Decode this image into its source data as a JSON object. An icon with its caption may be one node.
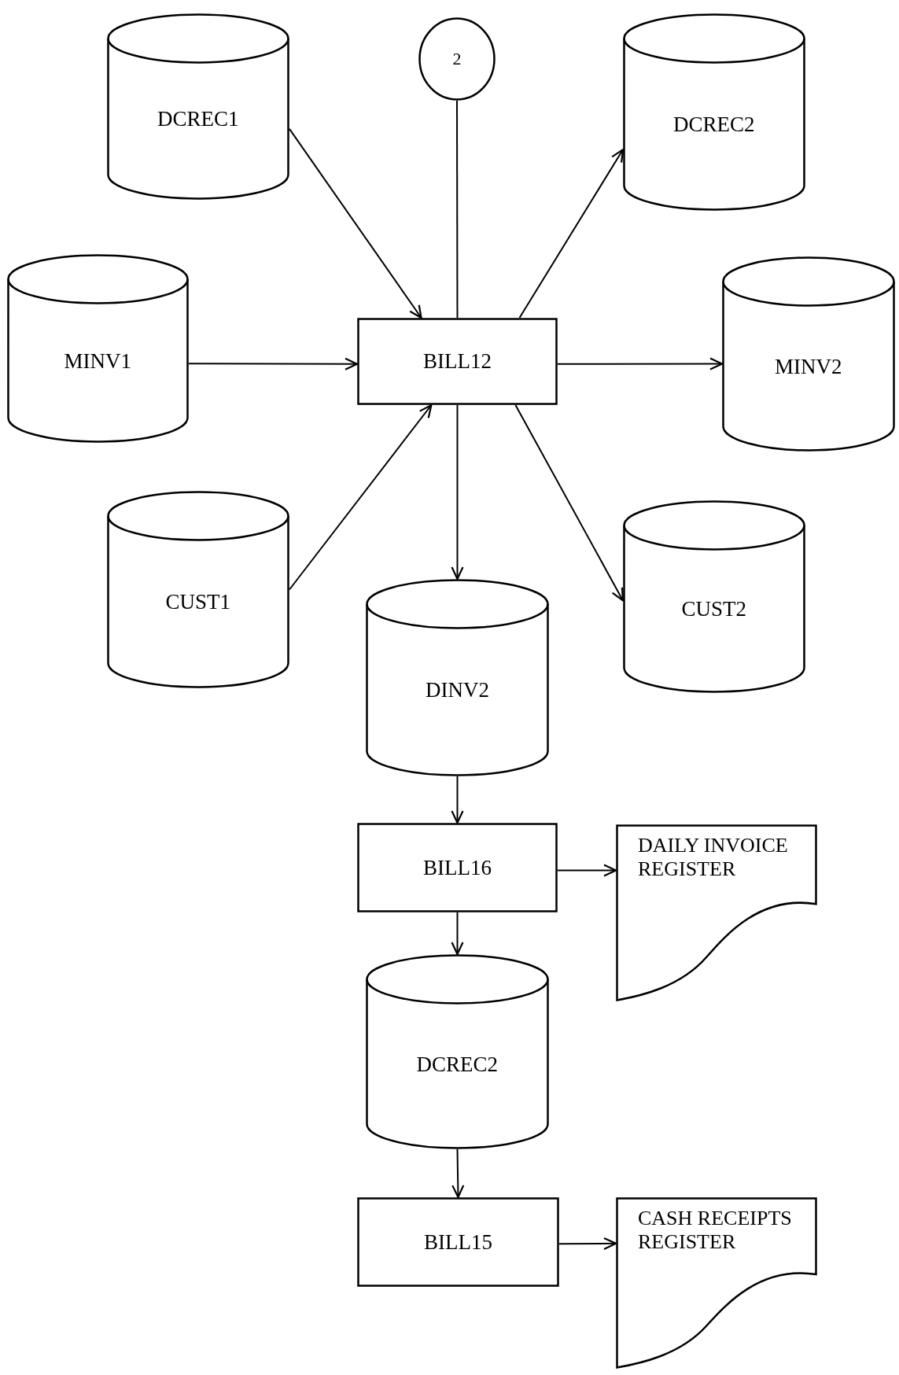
{
  "diagram": {
    "nodes": [
      {
        "text": [
          "2"
        ]
      },
      {
        "text": [
          "DCREC1"
        ]
      },
      {
        "text": [
          "DCREC2"
        ]
      },
      {
        "text": [
          "MINV1"
        ]
      },
      {
        "text": [
          "BILL12"
        ]
      },
      {
        "text": [
          "MINV2"
        ]
      },
      {
        "text": [
          "CUST1"
        ]
      },
      {
        "text": [
          "CUST2"
        ]
      },
      {
        "text": [
          "DINV2"
        ]
      },
      {
        "text": [
          "BILL16"
        ]
      },
      {
        "text": [
          "DAILY INVOICE REGISTER"
        ]
      },
      {
        "text": [
          "DCREC2"
        ]
      },
      {
        "text": [
          "BILL15"
        ]
      },
      {
        "text": [
          "CASH RECEIPTS REGISTER"
        ]
      }
    ],
    "edges": [
      {
        "from": 0,
        "to": 4,
        "arrow": "none"
      },
      {
        "from": 1,
        "to": 4,
        "arrow": "to"
      },
      {
        "from": 3,
        "to": 4,
        "arrow": "to"
      },
      {
        "from": 6,
        "to": 4,
        "arrow": "to"
      },
      {
        "from": 4,
        "to": 2,
        "arrow": "to"
      },
      {
        "from": 4,
        "to": 5,
        "arrow": "to"
      },
      {
        "from": 4,
        "to": 7,
        "arrow": "to"
      },
      {
        "from": 4,
        "to": 8,
        "arrow": "to"
      },
      {
        "from": 8,
        "to": 9,
        "arrow": "to"
      },
      {
        "from": 9,
        "to": 10,
        "arrow": "to"
      },
      {
        "from": 9,
        "to": 11,
        "arrow": "to"
      },
      {
        "from": 11,
        "to": 12,
        "arrow": "to"
      },
      {
        "from": 12,
        "to": 13,
        "arrow": "to"
      }
    ]
  }
}
